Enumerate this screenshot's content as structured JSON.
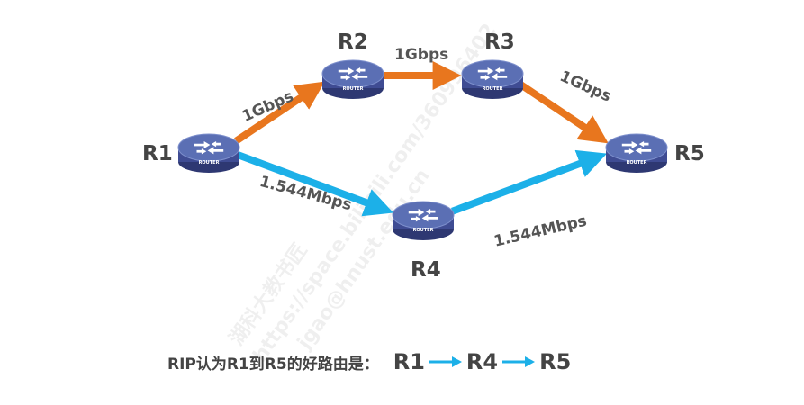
{
  "routers": [
    {
      "id": "R1",
      "label": "R1",
      "tag": "ROUTER"
    },
    {
      "id": "R2",
      "label": "R2",
      "tag": "ROUTER"
    },
    {
      "id": "R3",
      "label": "R3",
      "tag": "ROUTER"
    },
    {
      "id": "R4",
      "label": "R4",
      "tag": "ROUTER"
    },
    {
      "id": "R5",
      "label": "R5",
      "tag": "ROUTER"
    }
  ],
  "links": [
    {
      "from": "R1",
      "to": "R2",
      "label": "1Gbps",
      "color": "#E8761E"
    },
    {
      "from": "R2",
      "to": "R3",
      "label": "1Gbps",
      "color": "#E8761E"
    },
    {
      "from": "R3",
      "to": "R5",
      "label": "1Gbps",
      "color": "#E8761E"
    },
    {
      "from": "R1",
      "to": "R4",
      "label": "1.544Mbps",
      "color": "#1CB0E8"
    },
    {
      "from": "R4",
      "to": "R5",
      "label": "1.544Mbps",
      "color": "#1CB0E8"
    }
  ],
  "caption": {
    "text": "RIP认为R1到R5的好路由是：",
    "path": [
      "R1",
      "R4",
      "R5"
    ],
    "arrow_color": "#1CB0E8"
  },
  "watermark": {
    "line1": "湖科大教书匠",
    "line2": "https://space.bilibili.com/360996402",
    "line3": "jgao@hnust.edu.cn"
  },
  "colors": {
    "router_top": "#5B6FB4",
    "router_body": "#3F4C93",
    "text": "#444444"
  }
}
